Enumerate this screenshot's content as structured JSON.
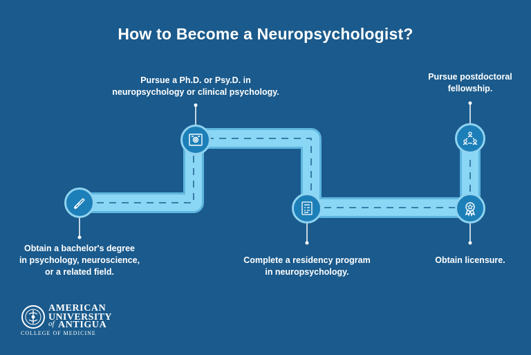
{
  "title": "How to Become a Neuropsychologist?",
  "steps": [
    {
      "lines": [
        "Obtain a bachelor's degree",
        "in psychology, neuroscience,",
        "or a related field."
      ],
      "icon": "diploma-scroll-icon"
    },
    {
      "lines": [
        "Pursue a Ph.D. or Psy.D. in",
        "neuropsychology or clinical psychology."
      ],
      "icon": "certificate-icon"
    },
    {
      "lines": [
        "Complete a residency program",
        "in neuropsychology."
      ],
      "icon": "exam-clipboard-icon"
    },
    {
      "lines": [
        "Obtain licensure."
      ],
      "icon": "award-badge-icon"
    },
    {
      "lines": [
        "Pursue postdoctoral",
        "fellowship."
      ],
      "icon": "team-network-icon"
    }
  ],
  "logo": {
    "line1": "AMERICAN",
    "line2": "UNIVERSITY",
    "line3_of": "of",
    "line3": "ANTIGUA",
    "line4": "COLLEGE OF MEDICINE"
  },
  "colors": {
    "background": "#1a5a8c",
    "road": "#7ecff2",
    "badge": "#1d7fb8",
    "badge_ring": "#8fd3f0",
    "text": "#ffffff"
  }
}
